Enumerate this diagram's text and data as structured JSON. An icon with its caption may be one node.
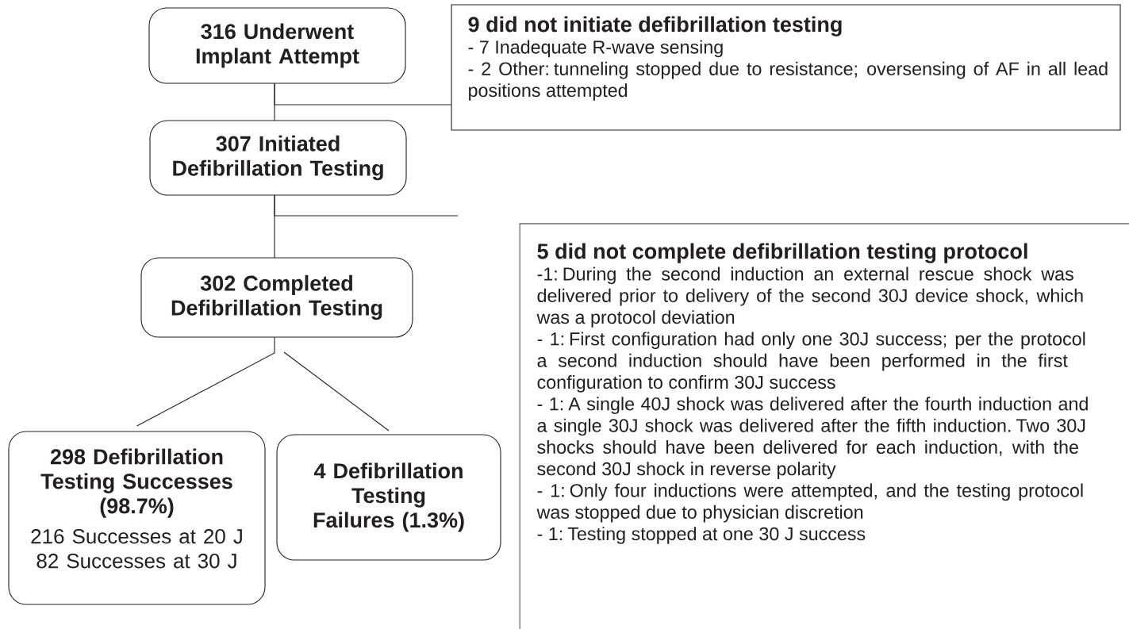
{
  "diagram": {
    "nodes": [
      {
        "text": [
          "316 Underwent Implant Attempt"
        ]
      },
      {
        "text": [
          "9 did not initiate defibrillation testing",
          "- 7 Inadequate R-wave sensing",
          "- 2 Other: tunneling stopped due to resistance; oversensing of AF in all lead positions attempted"
        ]
      },
      {
        "text": [
          "307 Initiated Defibrillation Testing"
        ]
      },
      {
        "text": [
          "5 did not complete defibrillation testing protocol",
          "-1:  During the second induction an external rescue shock was delivered prior to delivery of the second 30J device shock, which was a protocol deviation",
          "- 1: First configuration had only one 30J success; per the protocol a second induction should have been performed in the first configuration to confirm 30J success",
          "- 1: A single 40J shock was delivered after the fourth induction and a single 30J shock was delivered after the fifth induction. Two 30J shocks should have been delivered for each induction, with the second 30J shock in reverse polarity",
          "- 1: Only four inductions were attempted, and the testing protocol was stopped due to physician discretion",
          "- 1: Testing stopped at one 30 J success"
        ]
      },
      {
        "text": [
          "302 Completed Defibrillation Testing"
        ]
      },
      {
        "text": [
          "298 Defibrillation Testing Successes (98.7%)",
          "216 Successes at 20 J",
          "82 Successes at 30 J"
        ]
      },
      {
        "text": [
          "4 Defibrillation Testing Failures (1.3%)"
        ]
      }
    ],
    "edges": [
      {
        "from": 0,
        "to": 2,
        "arrow": "none"
      },
      {
        "from": 0,
        "to": 1,
        "arrow": "none"
      },
      {
        "from": 2,
        "to": 4,
        "arrow": "none"
      },
      {
        "from": 2,
        "to": null,
        "arrow": "none"
      },
      {
        "from": 4,
        "to": 5,
        "arrow": "none"
      },
      {
        "from": 4,
        "to": 6,
        "arrow": "none"
      }
    ]
  }
}
